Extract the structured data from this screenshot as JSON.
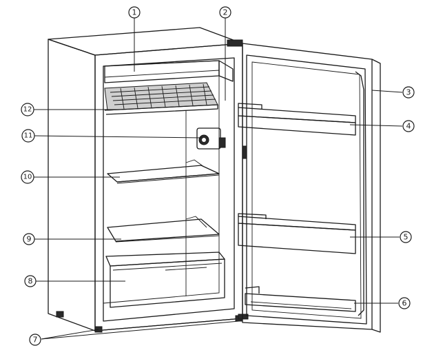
{
  "callouts": [
    {
      "id": "1",
      "label": "①"
    },
    {
      "id": "2",
      "label": "②"
    },
    {
      "id": "3",
      "label": "③"
    },
    {
      "id": "4",
      "label": "④"
    },
    {
      "id": "5",
      "label": "⑤"
    },
    {
      "id": "6",
      "label": "⑥"
    },
    {
      "id": "7",
      "label": "⑦"
    },
    {
      "id": "8",
      "label": "⑧"
    },
    {
      "id": "9",
      "label": "⑨"
    },
    {
      "id": "10",
      "label": "⑩"
    },
    {
      "id": "11",
      "label": "⑪"
    },
    {
      "id": "12",
      "label": "⑫"
    }
  ]
}
